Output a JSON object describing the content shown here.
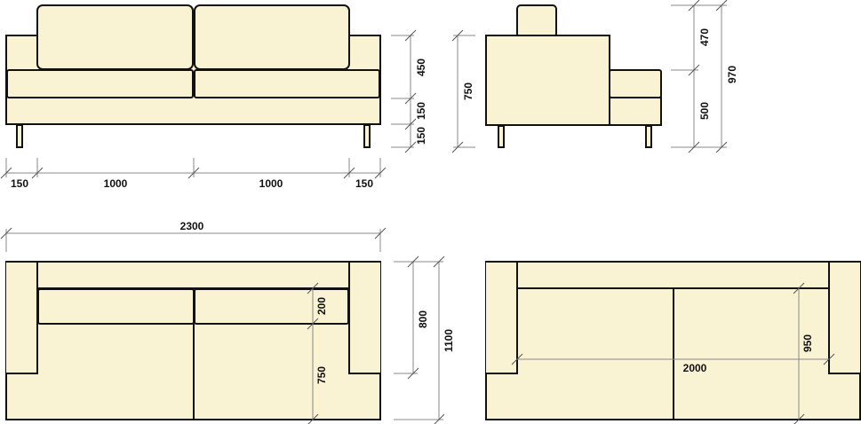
{
  "colors": {
    "fill": "#faf3d3",
    "outline": "#111111",
    "dimension_line": "#888888"
  },
  "views": {
    "front": {
      "dims_h": [
        "150",
        "1000",
        "1000",
        "150"
      ],
      "dims_v": [
        "450",
        "150",
        "150"
      ]
    },
    "side": {
      "dims_left": "750",
      "dims_right": [
        "470",
        "500"
      ],
      "dims_total": "970"
    },
    "top": {
      "width_total": "2300",
      "cushion_depth": "200",
      "seat_depth": "750",
      "back_depth": "800",
      "total_depth": "1100"
    },
    "sleep": {
      "bed_width": "2000",
      "bed_length": "950"
    }
  }
}
